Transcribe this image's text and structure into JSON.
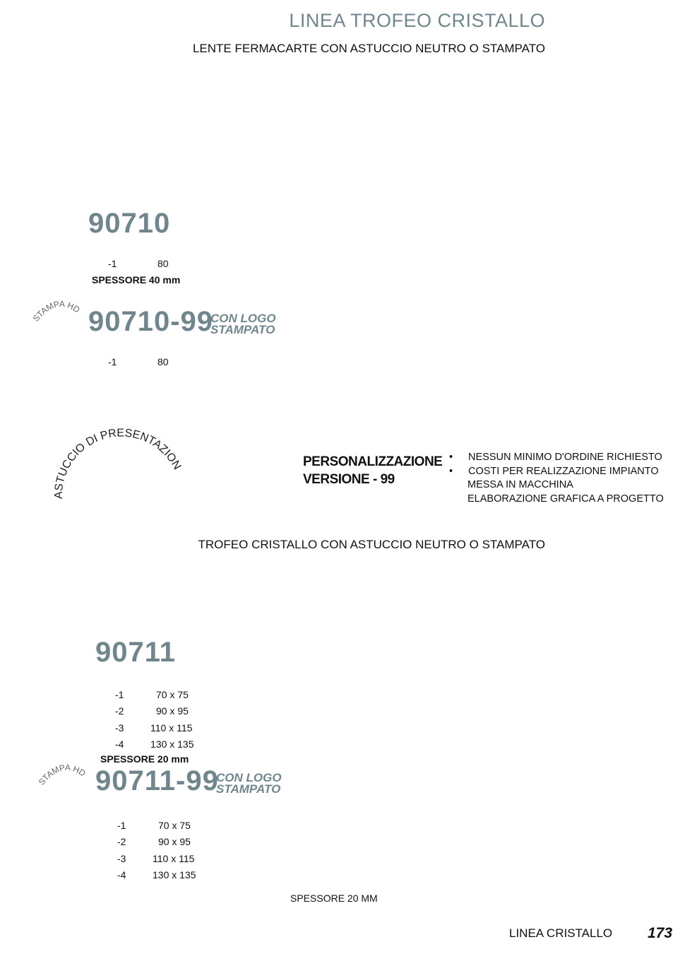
{
  "header": {
    "title": "LINEA TROFEO CRISTALLO",
    "subtitle1": "LENTE FERMACARTE CON ASTUCCIO NEUTRO O STAMPATO"
  },
  "product1": {
    "code": "90710",
    "sizes": [
      {
        "suffix": "-1",
        "size": "80"
      }
    ],
    "thickness": "SPESSORE 40 mm"
  },
  "product1_print": {
    "stamp": "STAMPA HD",
    "code": "90710-99",
    "logo_line1": "CON LOGO",
    "logo_line2": "STAMPATO",
    "sizes": [
      {
        "suffix": "-1",
        "size": "80"
      }
    ]
  },
  "case_label": "ASTUCCIO DI PRESENTAZIONE",
  "personalization": {
    "line1": "PERSONALIZZAZIONE",
    "line2": "VERSIONE - 99",
    "bullets": [
      "NESSUN MINIMO D'ORDINE RICHIESTO",
      "COSTI PER REALIZZAZIONE IMPIANTO"
    ],
    "continuation": [
      "MESSA IN MACCHINA",
      "ELABORAZIONE GRAFICA A PROGETTO"
    ]
  },
  "subtitle2": "TROFEO CRISTALLO CON ASTUCCIO NEUTRO O STAMPATO",
  "product2": {
    "code": "90711",
    "sizes": [
      {
        "suffix": "-1",
        "size": "70 x 75"
      },
      {
        "suffix": "-2",
        "size": "90 x 95"
      },
      {
        "suffix": "-3",
        "size": "110 x 115"
      },
      {
        "suffix": "-4",
        "size": "130 x 135"
      }
    ],
    "thickness": "SPESSORE 20 mm"
  },
  "product2_print": {
    "stamp": "STAMPA HD",
    "code": "90711-99",
    "logo_line1": "CON LOGO",
    "logo_line2": "STAMPATO",
    "sizes": [
      {
        "suffix": "-1",
        "size": "70 x 75"
      },
      {
        "suffix": "-2",
        "size": "90 x 95"
      },
      {
        "suffix": "-3",
        "size": "110 x 115"
      },
      {
        "suffix": "-4",
        "size": "130 x 135"
      }
    ]
  },
  "note": "SPESSORE 20 MM",
  "footer": {
    "section": "LINEA CRISTALLO",
    "page": "173"
  }
}
